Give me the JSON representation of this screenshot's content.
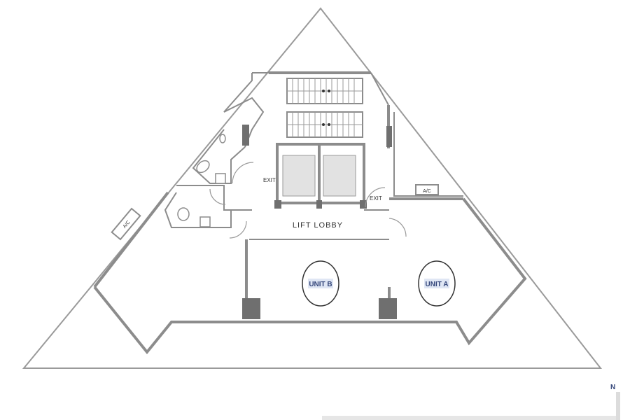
{
  "labels": {
    "exit_left": "EXIT",
    "exit_right": "EXIT",
    "lift_lobby": "LIFT LOBBY",
    "unit_b": "UNIT B",
    "unit_a": "UNIT A",
    "ac_left": "A/C",
    "ac_right": "A/C",
    "north": "N"
  }
}
